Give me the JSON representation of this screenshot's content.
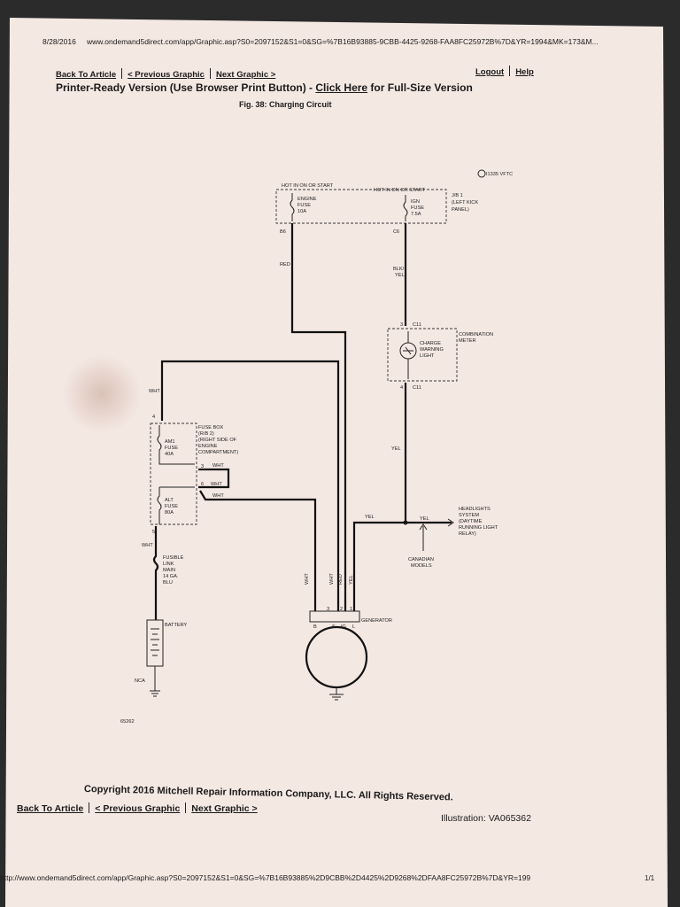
{
  "header": {
    "date": "8/28/2016",
    "url": "www.ondemand5direct.com/app/Graphic.asp?S0=2097152&S1=0&SG=%7B16B93885-9CBB-4425-9268-FAA8FC25972B%7D&YR=1994&MK=173&M..."
  },
  "nav_top": {
    "back": "Back To Article",
    "prev": "< Previous Graphic",
    "next": "Next Graphic >",
    "logout": "Logout",
    "help": "Help"
  },
  "print_line": {
    "prefix": "Printer-Ready Version (Use Browser Print Button) - ",
    "link": "Click Here",
    "suffix": " for Full-Size Version"
  },
  "figure_title": "Fig. 38: Charging Circuit",
  "diagram": {
    "code": "I1335 VFTC",
    "hot1": "HOT IN ON OR START",
    "hot2": "HOT IN ON OR START",
    "engine_fuse": [
      "ENGINE",
      "FUSE",
      "10A"
    ],
    "ign_fuse": [
      "IGN",
      "FUSE",
      "7.5A"
    ],
    "jb": [
      "J/B 1",
      "(LEFT KICK",
      "PANEL)"
    ],
    "pin_b6": "B6",
    "pin_c6": "C6",
    "red": "RED",
    "blk_yel": [
      "BLK/",
      "YEL"
    ],
    "c11_top": "C11",
    "c11_bot": "C11",
    "pin3": "3",
    "pin4": "4",
    "combo_meter": [
      "COMBINATION",
      "METER"
    ],
    "charge_light": [
      "CHARGE",
      "WARNING",
      "LIGHT"
    ],
    "wht": "WHT",
    "fuse_box_pin": "4",
    "fuse_box": [
      "FUSE BOX",
      "(R/B 2)",
      "(RIGHT SIDE OF",
      "ENGINE",
      "COMPARTMENT)"
    ],
    "am1": [
      "AM1",
      "FUSE",
      "40A"
    ],
    "alt": [
      "ALT",
      "FUSE",
      "80A"
    ],
    "fb_pin3": "3",
    "fb_pin6": "6",
    "fb_pin5": "5",
    "wht_a": "WHT",
    "wht_b": "WHT",
    "wht_c": "WHT",
    "yel_v": "YEL",
    "yel_h1": "YEL",
    "yel_h2": "YEL",
    "headlights": [
      "HEADLIGHTS",
      "SYSTEM",
      "(DAYTIME",
      "RUNNING LIGHT",
      "RELAY)"
    ],
    "canadian": [
      "CANADIAN",
      "MODELS"
    ],
    "fusible": [
      "FUSIBLE",
      "LINK",
      "MAIN",
      "14 GA.",
      "BLU"
    ],
    "wht_fl": "WHT",
    "battery": "BATTERY",
    "nca": "NCA",
    "gen_wht": "WHT",
    "gen_wht2": "WHT",
    "gen_red": "RED",
    "gen_yel": "YEL",
    "gen_pins": [
      "3",
      "2",
      "1"
    ],
    "gen_terms": [
      "B",
      "S",
      "IG",
      "L"
    ],
    "generator": "GENERATOR",
    "fig_num": "65262"
  },
  "copyright": "Copyright 2016 Mitchell Repair Information Company, LLC. All Rights Reserved.",
  "nav_bottom": {
    "back": "Back To Article",
    "prev": "< Previous Graphic",
    "next": "Next Graphic >"
  },
  "illustration": "Illustration: VA065362",
  "footer": {
    "url": "http://www.ondemand5direct.com/app/Graphic.asp?S0=2097152&S1=0&SG=%7B16B93885%2D9CBB%2D4425%2D9268%2DFAA8FC25972B%7D&YR=199",
    "page": "1/1"
  }
}
